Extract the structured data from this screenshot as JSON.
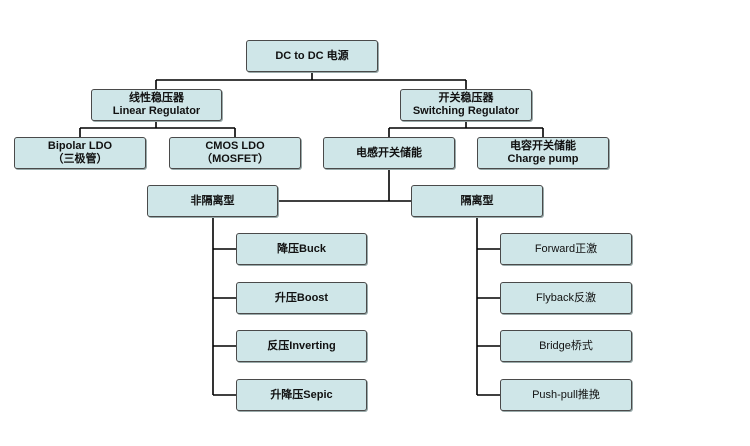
{
  "diagram": {
    "root": {
      "line1": "DC to DC 电源"
    },
    "linear": {
      "line1": "线性稳压器",
      "line2": "Linear Regulator"
    },
    "switching": {
      "line1": "开关稳压器",
      "line2": "Switching Regulator"
    },
    "bipolar": {
      "line1": "Bipolar LDO",
      "line2": "（三极管）"
    },
    "cmos": {
      "line1": "CMOS LDO",
      "line2": "（MOSFET）"
    },
    "inductor": {
      "line1": "电感开关储能"
    },
    "capacitor": {
      "line1": "电容开关储能",
      "line2": "Charge pump"
    },
    "non_isolated": {
      "line1": "非隔离型"
    },
    "isolated": {
      "line1": "隔离型"
    },
    "buck": {
      "line1": "降压Buck"
    },
    "boost": {
      "line1": "升压Boost"
    },
    "inverting": {
      "line1": "反压Inverting"
    },
    "sepic": {
      "line1": "升降压Sepic"
    },
    "forward": {
      "line1": "Forward正激"
    },
    "flyback": {
      "line1": "Flyback反激"
    },
    "bridge": {
      "line1": "Bridge桥式"
    },
    "pushpull": {
      "line1": "Push-pull推挽"
    }
  },
  "colors": {
    "box_fill": "#cfe6e8",
    "border": "#4a4a4a",
    "line": "#000000"
  }
}
